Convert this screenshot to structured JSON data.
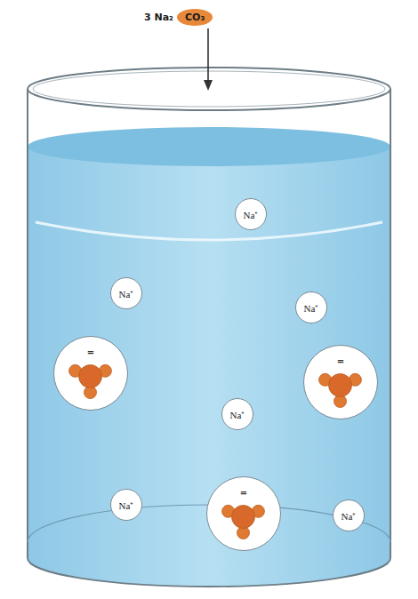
{
  "diagram": {
    "nodes": [
      {
        "text": [
          "CO₃"
        ]
      },
      {
        "text": [
          "Na⁺"
        ]
      },
      {
        "text": [
          "Na⁺"
        ]
      },
      {
        "text": [
          "Na⁺"
        ]
      },
      {
        "text": [
          "="
        ]
      },
      {
        "text": [
          "="
        ]
      },
      {
        "text": [
          "Na⁺"
        ]
      },
      {
        "text": [
          "Na⁺"
        ]
      },
      {
        "text": [
          "="
        ]
      },
      {
        "text": [
          "Na⁺"
        ]
      }
    ],
    "labels": [
      "3 Na₂"
    ]
  }
}
